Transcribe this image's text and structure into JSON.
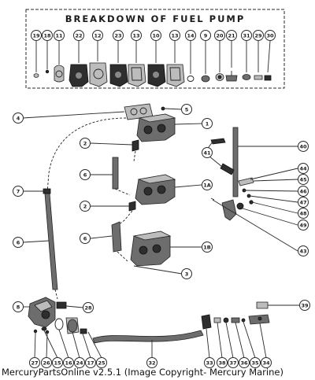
{
  "breakdown": {
    "title": "Breakdown of Fuel Pump",
    "callouts": [
      "19",
      "18",
      "11",
      "22",
      "12",
      "23",
      "13",
      "10",
      "13",
      "14",
      "9",
      "20",
      "21",
      "31",
      "29",
      "30"
    ]
  },
  "main_callouts": {
    "c4": "4",
    "c5": "5",
    "c1": "1",
    "c2a": "2",
    "c6a": "6",
    "c7": "7",
    "c1a": "1A",
    "c2b": "2",
    "c6b": "6",
    "c6c": "6",
    "c1b": "1B",
    "c3": "3",
    "c41": "41",
    "c40": "40",
    "c44": "44",
    "c45": "45",
    "c46": "46",
    "c47": "47",
    "c48": "48",
    "c49": "49",
    "c43": "43",
    "c8": "8",
    "c28": "28",
    "c39": "39",
    "c27": "27",
    "c26": "26",
    "c15": "15",
    "c16": "16",
    "c24": "24",
    "c17": "17",
    "c25": "25",
    "c32": "32",
    "c33": "33",
    "c38": "38",
    "c37": "37",
    "c36": "36",
    "c35": "35",
    "c34": "34"
  },
  "footer": {
    "copyright": "MercuryPartsOnline v2.5.1 (Image Copyright- Mercury Marine)"
  }
}
